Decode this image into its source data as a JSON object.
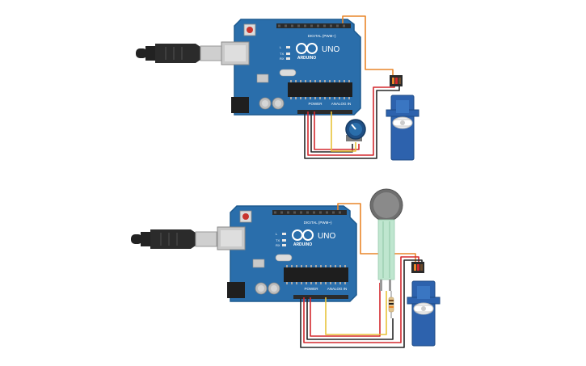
{
  "colors": {
    "board": "#2a6eab",
    "board_edge": "#1d5a8f",
    "header": "#2b2b2b",
    "wire_red": "#d4292e",
    "wire_black": "#262626",
    "wire_orange": "#e9862a",
    "wire_yellow": "#e8c33a",
    "servo": "#2d62ad",
    "usb_black": "#222222",
    "usb_metal": "#c9c9c9"
  },
  "boards": [
    {
      "brand": "ARDUINO",
      "model": "UNO",
      "digital_label": "DIGITAL (PWM~)",
      "power_label": "POWER",
      "analog_label": "ANALOG IN",
      "tx_label": "TX",
      "rx_label": "RX",
      "l_label": "L"
    },
    {
      "brand": "ARDUINO",
      "model": "UNO",
      "digital_label": "DIGITAL (PWM~)",
      "power_label": "POWER",
      "analog_label": "ANALOG IN",
      "tx_label": "TX",
      "rx_label": "RX",
      "l_label": "L"
    }
  ],
  "circuits": [
    {
      "sensor": "potentiometer-icon",
      "actuator": "servo-icon",
      "cable": "usb-cable-icon"
    },
    {
      "sensor": "force-sensor-icon",
      "actuator": "servo-icon",
      "cable": "usb-cable-icon",
      "extra": "resistor-icon"
    }
  ]
}
